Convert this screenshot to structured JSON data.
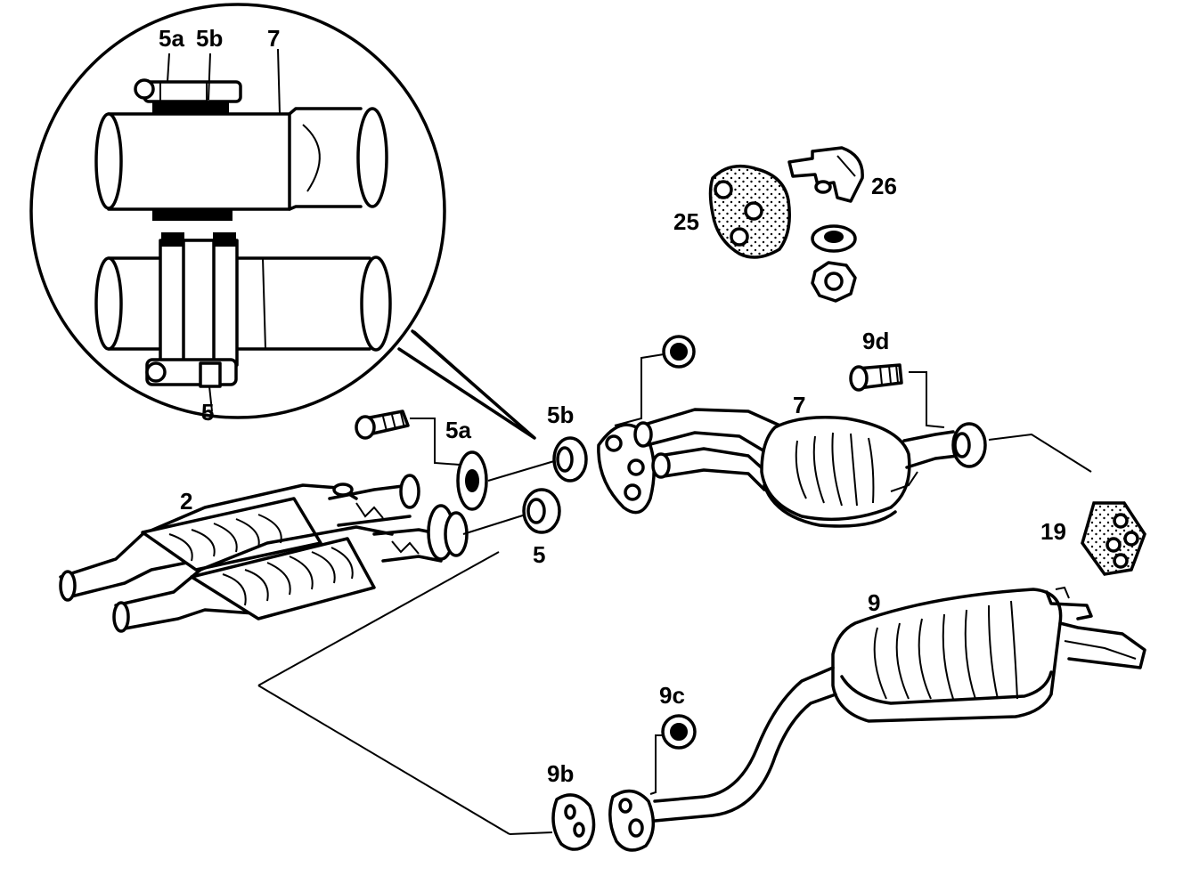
{
  "labels": {
    "detail_5a": "5a",
    "detail_5b": "5b",
    "detail_7": "7",
    "detail_5": "5",
    "part_2": "2",
    "part_5a": "5a",
    "part_5b": "5b",
    "part_5": "5",
    "part_7": "7",
    "part_9d": "9d",
    "part_25": "25",
    "part_26": "26",
    "part_19": "19",
    "part_9": "9",
    "part_9c": "9c",
    "part_9b": "9b"
  }
}
